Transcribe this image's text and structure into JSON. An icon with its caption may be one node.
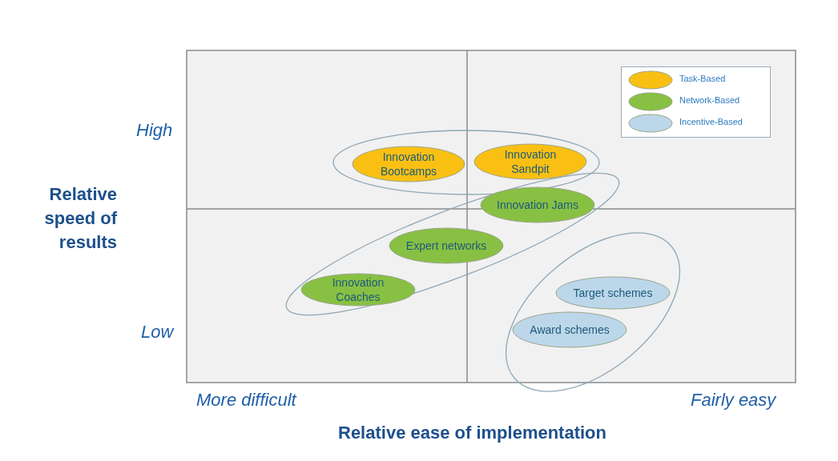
{
  "diagram": {
    "nodes": [
      {
        "text": [
          "Innovation Bootcamps"
        ]
      },
      {
        "text": [
          "Innovation Sandpit"
        ]
      },
      {
        "text": [
          "Innovation Jams"
        ]
      },
      {
        "text": [
          "Expert networks"
        ]
      },
      {
        "text": [
          "Innovation Coaches"
        ]
      },
      {
        "text": [
          "Target schemes"
        ]
      },
      {
        "text": [
          "Award schemes"
        ]
      }
    ],
    "edges": [],
    "labels": [
      "High",
      "Relative speed of results",
      "Low",
      "More difficult",
      "Fairly easy",
      "Relative ease of implementation"
    ],
    "legend": [
      {
        "text": "Task-Based",
        "color": "#f9c013"
      },
      {
        "text": "Network-Based",
        "color": "#88c043"
      },
      {
        "text": "Incentive-Based",
        "color": "#bcd7ea"
      }
    ]
  }
}
